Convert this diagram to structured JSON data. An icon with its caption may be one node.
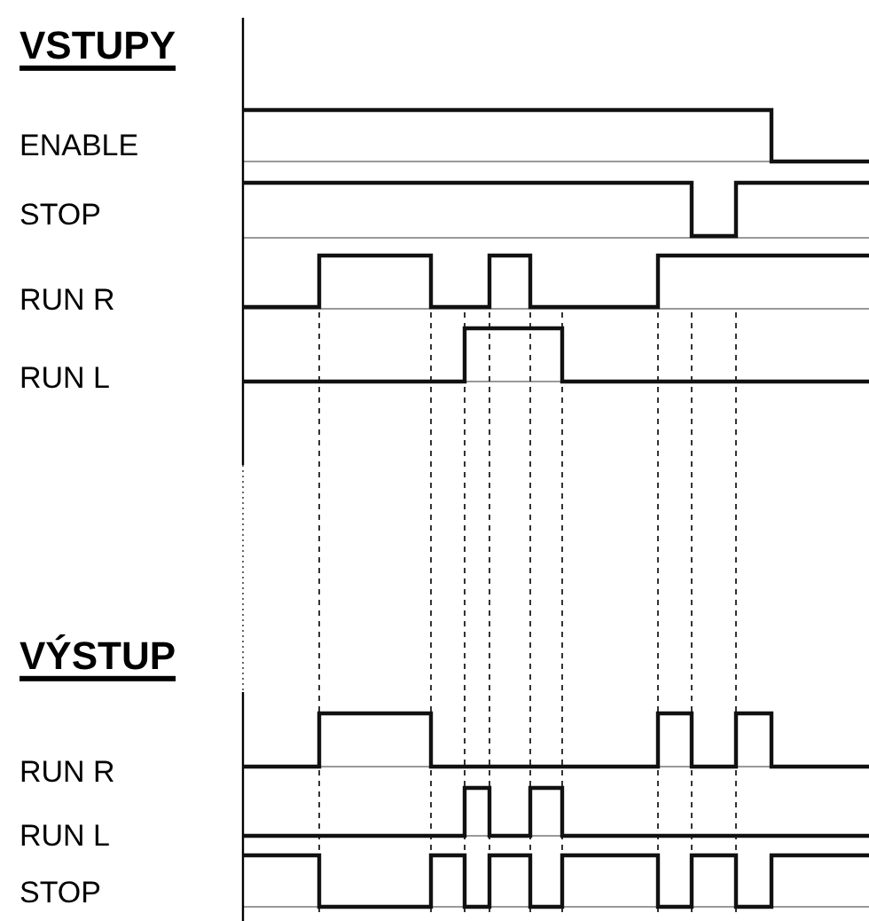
{
  "diagram": {
    "labels": [
      "VSTUPY",
      "ENABLE",
      "STOP",
      "RUN R",
      "RUN L",
      "VÝSTUP",
      "RUN R",
      "RUN L",
      "STOP"
    ]
  }
}
